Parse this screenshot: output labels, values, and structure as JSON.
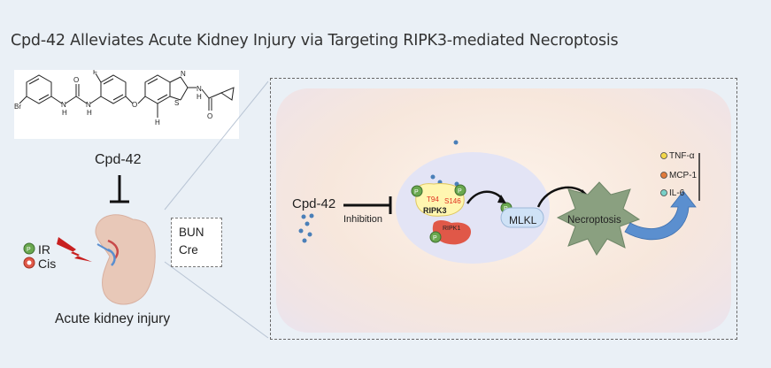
{
  "title": "Cpd-42 Alleviates Acute Kidney Injury via Targeting RIPK3-mediated Necroptosis",
  "left": {
    "structure_labels": {
      "br": "Br",
      "f": "F",
      "n": "N",
      "s": "S",
      "o": "O",
      "h": "H"
    },
    "compound_label": "Cpd-42",
    "injury_ir": "IR",
    "injury_cis": "Cis",
    "organ_label": "Acute kidney injury",
    "markers": [
      "BUN",
      "Cre"
    ]
  },
  "panel": {
    "compound_label": "Cpd-42",
    "inhibition_label": "Inhibition",
    "ripk3_label": "RIPK3",
    "ripk3_sites": [
      "T94",
      "S146"
    ],
    "ripk1_label": "RIPK1",
    "mlkl_label": "MLKL",
    "necroptosis_label": "Necroptosis",
    "phospho_label": "P",
    "cytokines": [
      {
        "label": "TNF-α",
        "color": "#f2d64a"
      },
      {
        "label": "MCP-1",
        "color": "#e07a3a"
      },
      {
        "label": "IL-6",
        "color": "#7ad0c8"
      }
    ]
  },
  "colors": {
    "background": "#eaf0f6",
    "kidney": "#e8c8b8",
    "ripk3": "#fff6b0",
    "ripk1": "#e05848",
    "mlkl": "#cfe2f6",
    "necroptosis": "#8aa080",
    "arrow": "#5b8fcf",
    "dots": "#4a7fb8"
  }
}
